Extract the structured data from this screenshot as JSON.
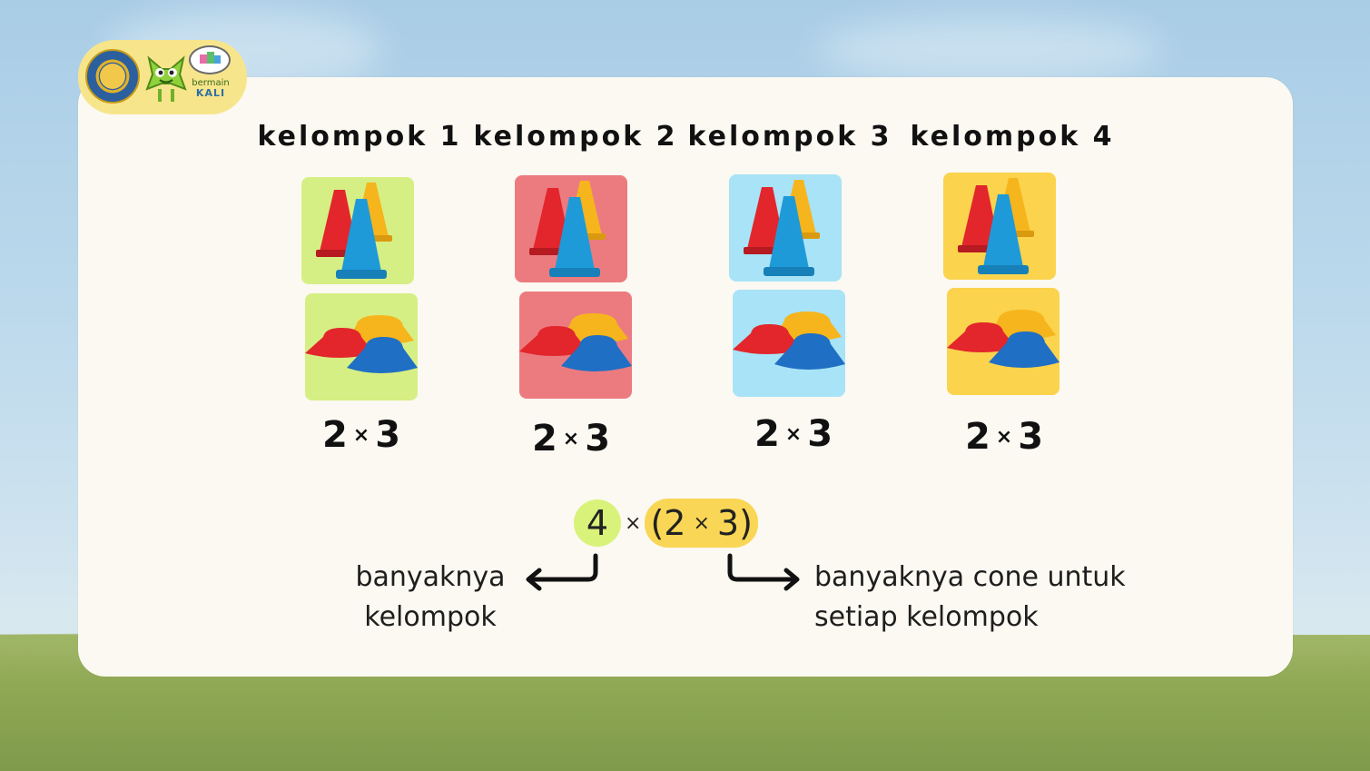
{
  "branding": {
    "brand_line1": "bermain",
    "brand_line2": "KALI"
  },
  "groups": [
    {
      "label": "kelompok 1",
      "left_factor": "2",
      "times": "×",
      "right_factor": "3",
      "tile_color": "#d6ef84"
    },
    {
      "label": "kelompok 2",
      "left_factor": "2",
      "times": "×",
      "right_factor": "3",
      "tile_color": "#ec7b80"
    },
    {
      "label": "kelompok 3",
      "left_factor": "2",
      "times": "×",
      "right_factor": "3",
      "tile_color": "#a8e3f7"
    },
    {
      "label": "kelompok 4",
      "left_factor": "2",
      "times": "×",
      "right_factor": "3",
      "tile_color": "#fbd34d"
    }
  ],
  "formula": {
    "outer": "4",
    "times": "×",
    "open_paren": "(",
    "inner_left": "2",
    "inner_times": "×",
    "inner_right": "3",
    "close_paren": ")"
  },
  "explanations": {
    "left_line1": "banyaknya",
    "left_line2": "kelompok",
    "right_line1": "banyaknya cone untuk",
    "right_line2": "setiap kelompok"
  },
  "colors": {
    "highlight_green": "#d9f27a",
    "highlight_yellow": "#f9d655",
    "cone_red": "#e2262c",
    "cone_yellow": "#f6b51c",
    "cone_blue": "#1f9ad8",
    "disc_blue": "#1f6fc4"
  }
}
